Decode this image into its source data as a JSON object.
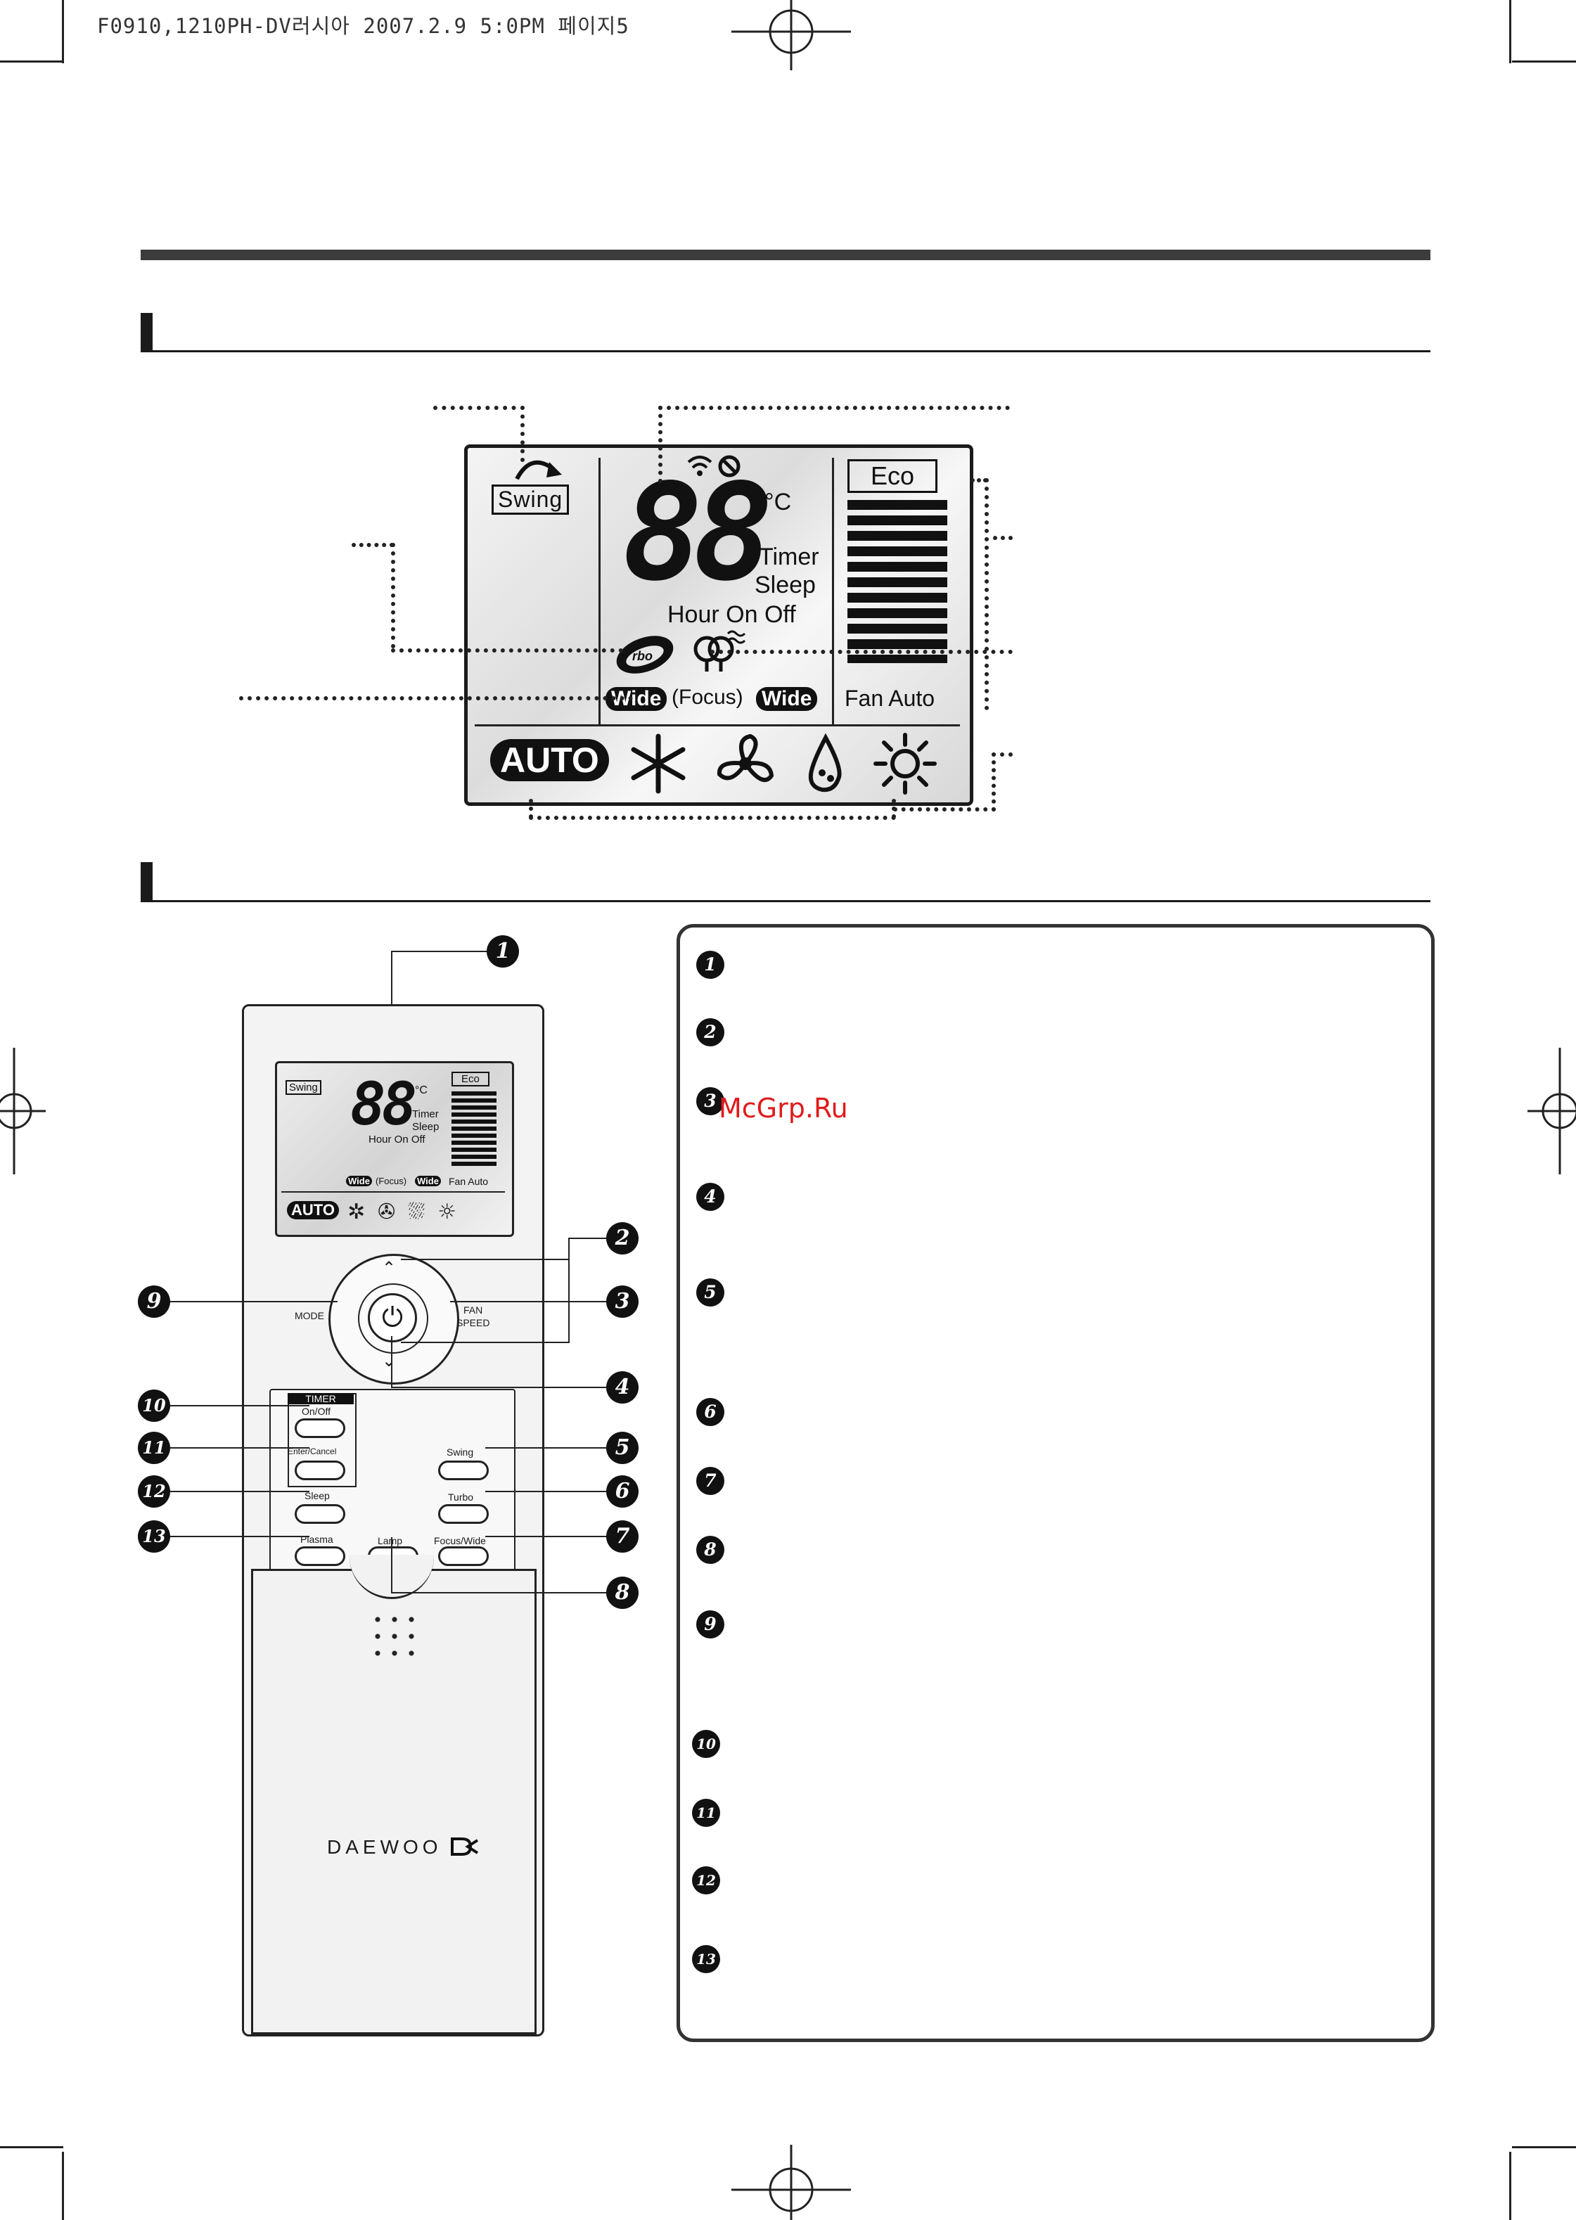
{
  "page_header": "F0910,1210PH-DV러시아 2007.2.9 5:0PM 페이지5",
  "watermark": "McGrp.Ru",
  "lcd": {
    "swing": "Swing",
    "digits": "88",
    "degree": "°C",
    "timer": "Timer",
    "sleep": "Sleep",
    "hour_on_off": "Hour On Off",
    "turbo_text": "rbo",
    "wide_left": "Wide",
    "focus": "(Focus)",
    "wide_right": "Wide",
    "eco": "Eco",
    "fan_auto": "Fan Auto",
    "auto": "AUTO"
  },
  "remote": {
    "lcd": {
      "swing": "Swing",
      "digits": "88",
      "degree": "°C",
      "timer": "Timer",
      "sleep": "Sleep",
      "hour_on_off": "Hour On Off",
      "wide_left": "Wide",
      "focus": "(Focus)",
      "wide_right": "Wide",
      "eco": "Eco",
      "fan_auto": "Fan Auto",
      "auto": "AUTO"
    },
    "mode_label": "MODE",
    "fan_label": "FAN",
    "speed_label": "SPEED",
    "timer_header": "TIMER",
    "buttons": {
      "on_off": "On/Off",
      "enter_cancel": "Enter/Cancel",
      "sleep": "Sleep",
      "plasma": "Plasma",
      "swing": "Swing",
      "turbo": "Turbo",
      "focus_wide": "Focus/Wide",
      "lamp": "Lamp"
    },
    "brand": "DAEWOO"
  },
  "callout_numbers": [
    "1",
    "2",
    "3",
    "4",
    "5",
    "6",
    "7",
    "8",
    "9",
    "10",
    "11",
    "12",
    "13"
  ],
  "legend_numbers": [
    "1",
    "2",
    "3",
    "4",
    "5",
    "6",
    "7",
    "8",
    "9",
    "10",
    "11",
    "12",
    "13"
  ]
}
